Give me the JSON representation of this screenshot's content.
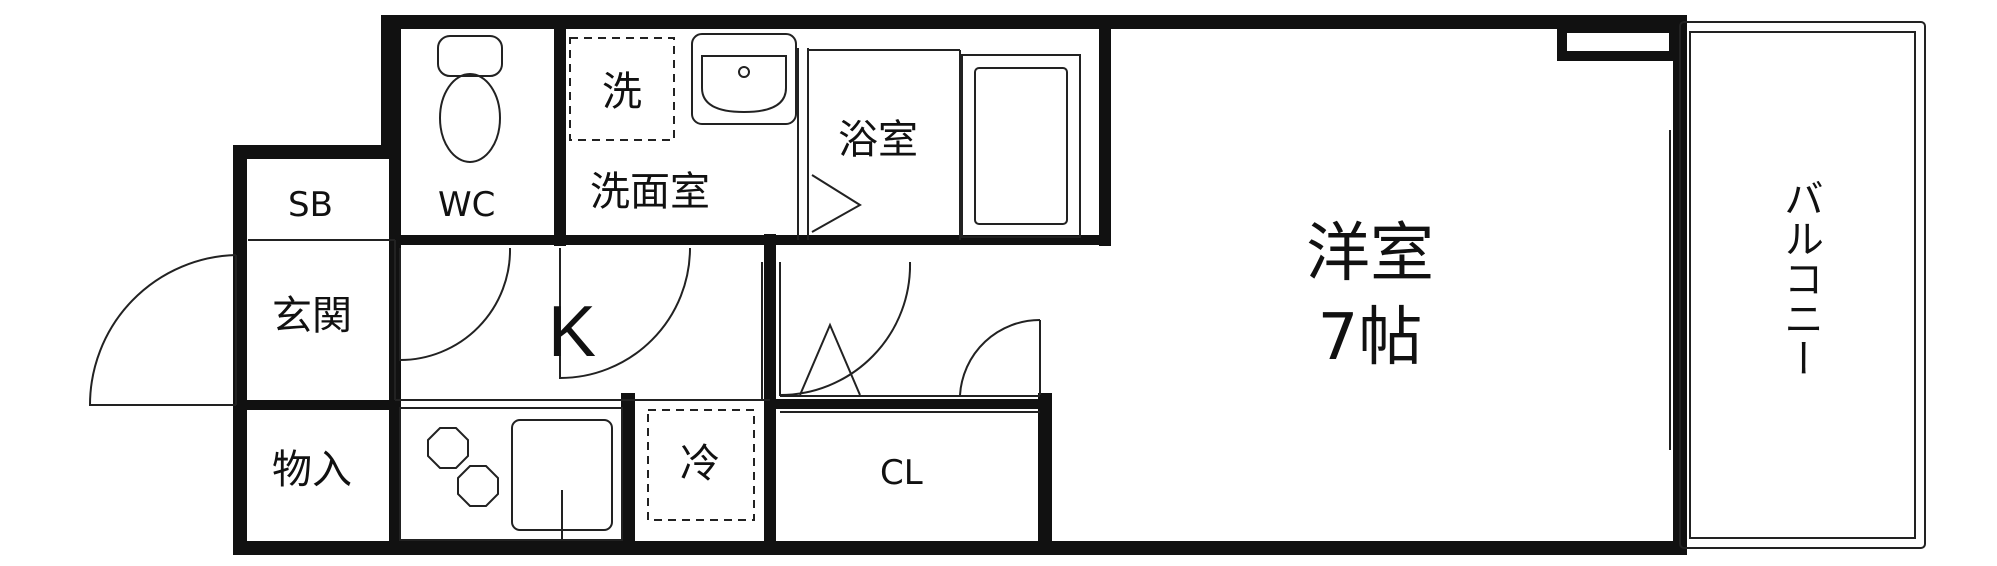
{
  "rooms": {
    "western_room": {
      "name": "洋室",
      "size": "7帖"
    },
    "balcony": "バルコニー",
    "bathroom": "浴室",
    "washroom": "洗面室",
    "washer": "洗",
    "toilet": "WC",
    "shoe_box": "SB",
    "entrance": "玄関",
    "storage": "物入",
    "kitchen": "K",
    "fridge": "冷",
    "closet": "CL"
  },
  "colors": {
    "wall": "#111111",
    "background": "#ffffff",
    "thin_line": "#222222"
  }
}
